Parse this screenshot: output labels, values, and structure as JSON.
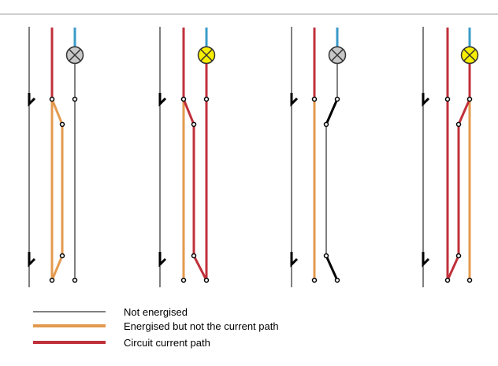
{
  "colors": {
    "not_energised": "#000000",
    "energised": "#e39a4e",
    "current_path": "#c0303a",
    "lamp_off": "#c7c7c7",
    "lamp_on": "#f7ee00",
    "neutral": "#3a9bc8",
    "top_rule": "#cfcfcf"
  },
  "circuits": [
    {
      "lamp": "off",
      "top_switch": "left",
      "bottom_switch": "left"
    },
    {
      "lamp": "on",
      "top_switch": "left",
      "bottom_switch": "right"
    },
    {
      "lamp": "off",
      "top_switch": "right",
      "bottom_switch": "right"
    },
    {
      "lamp": "on",
      "top_switch": "right",
      "bottom_switch": "left"
    }
  ],
  "legend": {
    "not_energised": "Not energised",
    "energised": "Energised but not the current path",
    "current_path": "Circuit current path"
  }
}
